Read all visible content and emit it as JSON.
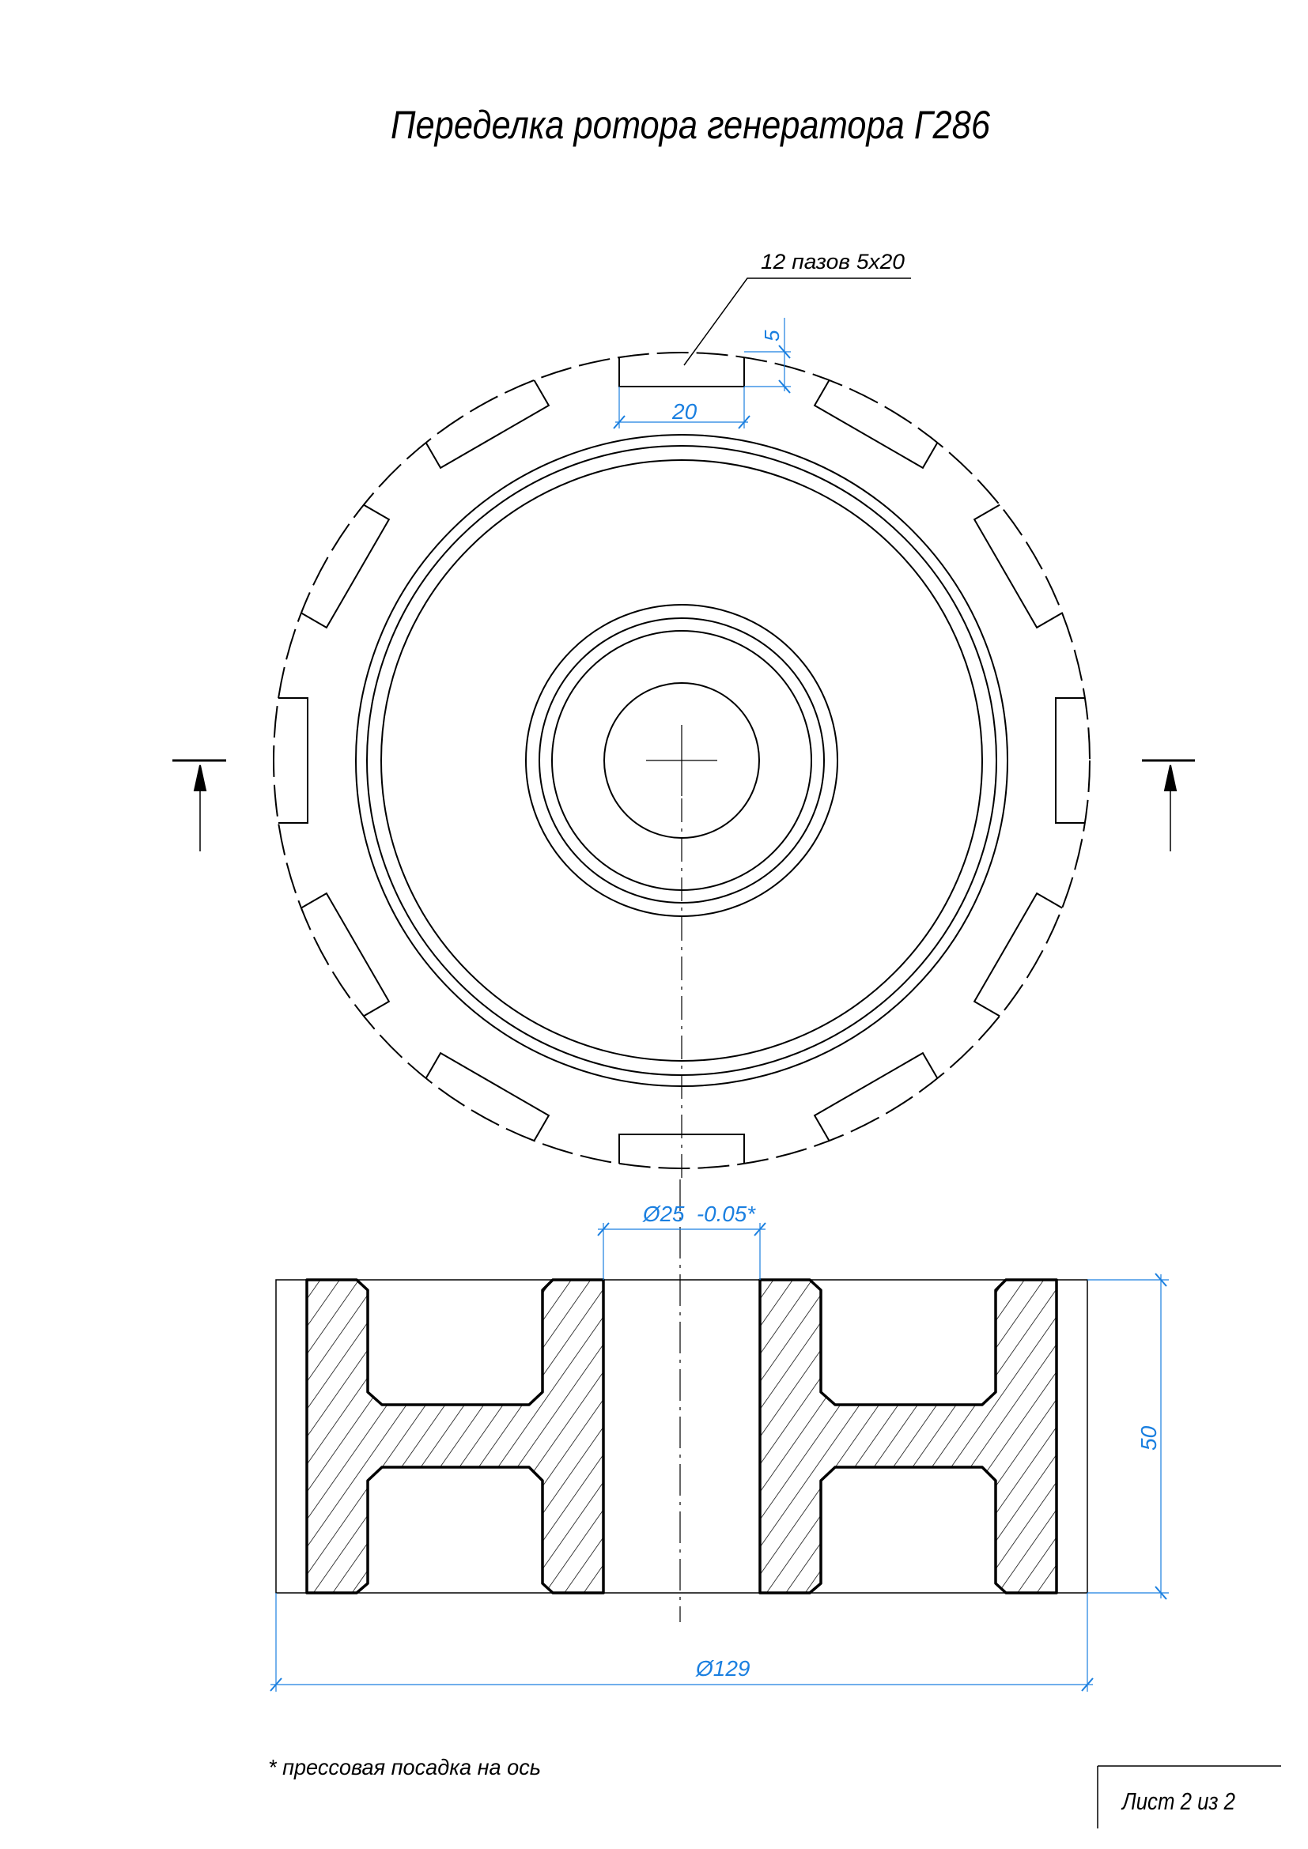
{
  "title": "Переделка ротора генератора Г286",
  "top_view": {
    "slot_note": "12 пазов 5x20",
    "slot_count": 12,
    "dim_slot_width": "20",
    "dim_slot_depth": "5"
  },
  "section_view": {
    "dim_bore": "Ø25  -0.05*",
    "dim_height": "50",
    "dim_diameter": "Ø129"
  },
  "footnote": "* прессовая посадка на ось",
  "sheet_label": "Лист 2 из 2",
  "colors": {
    "line": "#000000",
    "dimension": "#1a7fe0"
  }
}
